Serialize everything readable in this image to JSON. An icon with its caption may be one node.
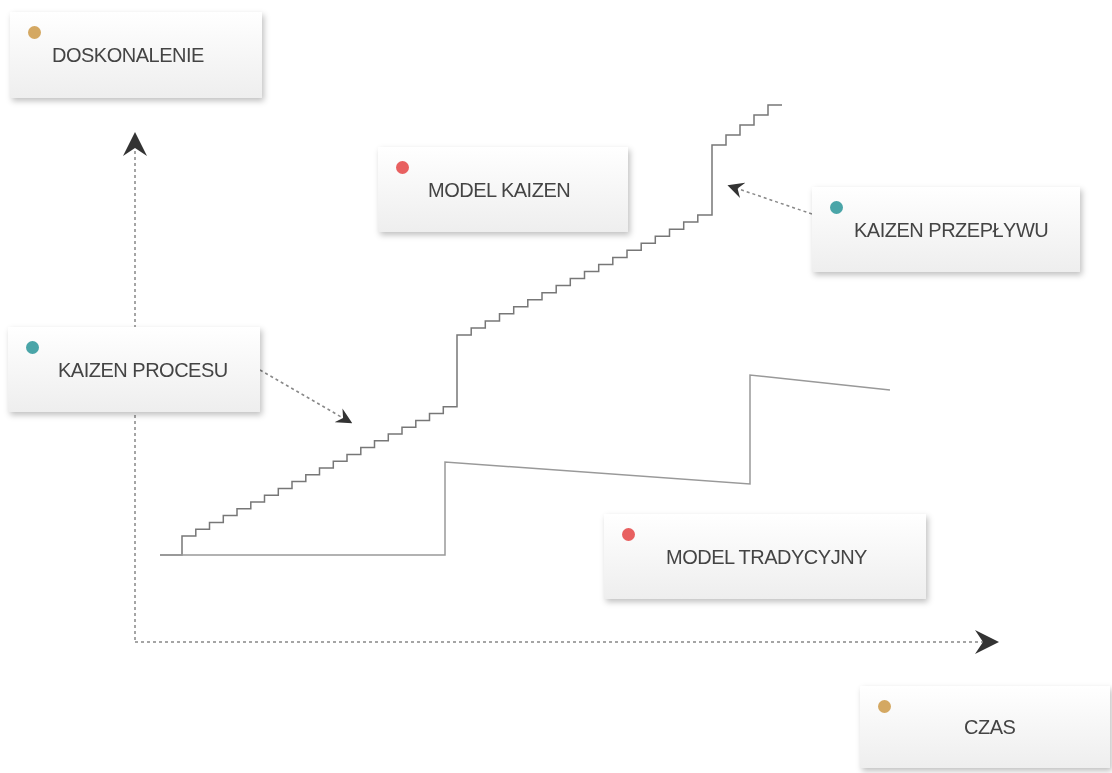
{
  "diagram": {
    "nodes": [
      {
        "text": [
          "DOSKONALENIE"
        ]
      },
      {
        "text": [
          "MODEL KAIZEN"
        ]
      },
      {
        "text": [
          "KAIZEN PRZEPŁYWU"
        ]
      },
      {
        "text": [
          "KAIZEN PROCESU"
        ]
      },
      {
        "text": [
          "MODEL TRADYCYJNY"
        ]
      },
      {
        "text": [
          "CZAS"
        ]
      }
    ],
    "edges": [
      {
        "from": 2,
        "to": null,
        "arrow": "to",
        "style": "dashed"
      },
      {
        "from": 3,
        "to": null,
        "arrow": "to",
        "style": "dashed"
      }
    ]
  }
}
